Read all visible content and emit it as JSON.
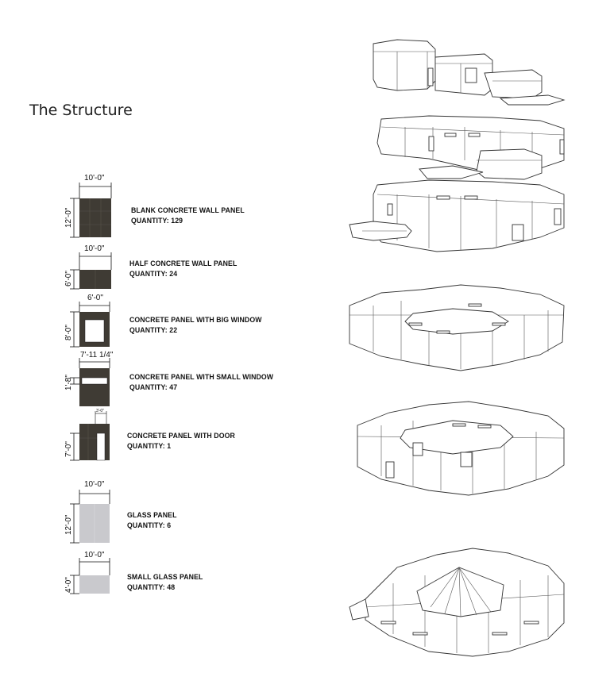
{
  "title": "The Structure",
  "colors": {
    "concrete": "#3f3b34",
    "glass": "#c9c9cd",
    "line": "#111111"
  },
  "panels": [
    {
      "name": "BLANK CONCRETE WALL PANEL",
      "quantity": "QUANTITY: 129",
      "width_dim": "10'-0\"",
      "height_dim": "12'-0\"",
      "material": "concrete"
    },
    {
      "name": "HALF CONCRETE WALL PANEL",
      "quantity": "QUANTITY: 24",
      "width_dim": "10'-0\"",
      "height_dim": "6'-0\"",
      "material": "concrete"
    },
    {
      "name": "CONCRETE PANEL WITH BIG WINDOW",
      "quantity": "QUANTITY: 22",
      "width_dim": "6'-0\"",
      "height_dim": "8'-0\"",
      "material": "concrete"
    },
    {
      "name": "CONCRETE PANEL WITH SMALL WINDOW",
      "quantity": "QUANTITY: 47",
      "width_dim": "7'-11 1/4\"",
      "height_dim": "1'-8\"",
      "material": "concrete"
    },
    {
      "name": "CONCRETE PANEL WITH DOOR",
      "quantity": "QUANTITY: 1",
      "width_dim": "3'-0\"",
      "height_dim": "7'-0\"",
      "material": "concrete"
    },
    {
      "name": "GLASS PANEL",
      "quantity": "QUANTITY: 6",
      "width_dim": "10'-0\"",
      "height_dim": "12'-0\"",
      "material": "glass"
    },
    {
      "name": "SMALL GLASS PANEL",
      "quantity": "QUANTITY: 48",
      "width_dim": "10'-0\"",
      "height_dim": "4'-0\"",
      "material": "glass"
    }
  ]
}
